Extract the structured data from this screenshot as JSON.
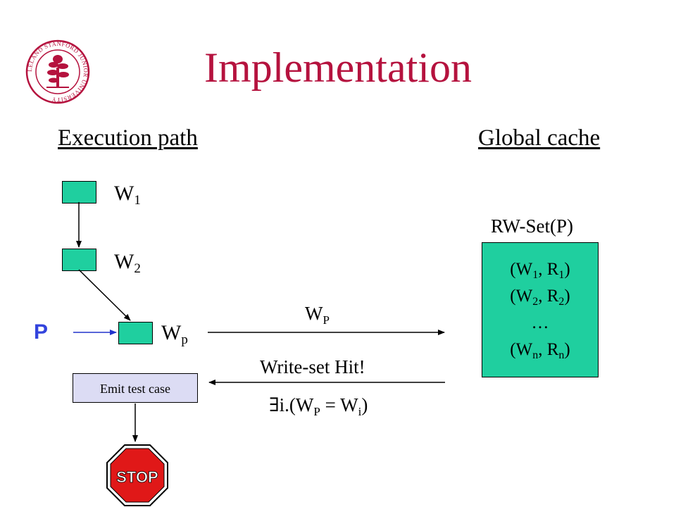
{
  "slide": {
    "title": "Implementation",
    "exec_heading": "Execution path",
    "cache_heading": "Global cache",
    "p_label": "P",
    "w_base": "W",
    "w1_sub": "1",
    "w2_sub": "2",
    "wp_sub": "p",
    "arrow_top_base": "W",
    "arrow_top_sub": "P",
    "hit_text": "Write-set Hit!",
    "exists_prefix": "∃i.(W",
    "exists_sub_p": "P",
    "exists_mid": " = W",
    "exists_sub_i": "i",
    "exists_suffix": ")",
    "rwset_label": "RW-Set(P)",
    "cache_entries": [
      {
        "w": "1",
        "r": "1"
      },
      {
        "w": "2",
        "r": "2"
      },
      {
        "w": "n",
        "r": "n"
      }
    ],
    "ellipsis": "…",
    "emit_label": "Emit test case",
    "stop_text": "STOP",
    "seal_text": "LELAND STANFORD JUNIOR UNIVERSITY"
  },
  "colors": {
    "title": "#b5123e",
    "box_fill": "#1fcf9f",
    "p_label": "#3344dd",
    "emit_fill": "#dcdcf4",
    "stop_red": "#e01818",
    "seal_red": "#b5123e"
  }
}
